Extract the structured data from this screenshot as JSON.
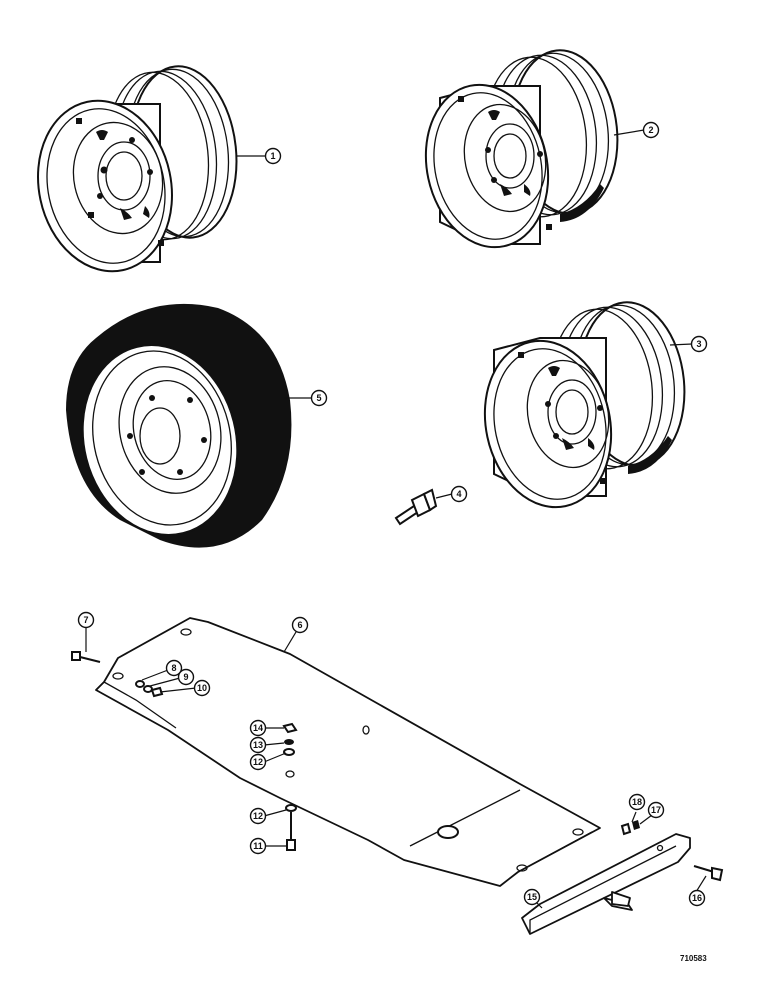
{
  "drawing_number": "710583",
  "callouts": [
    "1",
    "2",
    "3",
    "4",
    "5",
    "6",
    "7",
    "8",
    "9",
    "10",
    "11",
    "12",
    "12",
    "13",
    "14",
    "15",
    "16",
    "17",
    "18"
  ]
}
